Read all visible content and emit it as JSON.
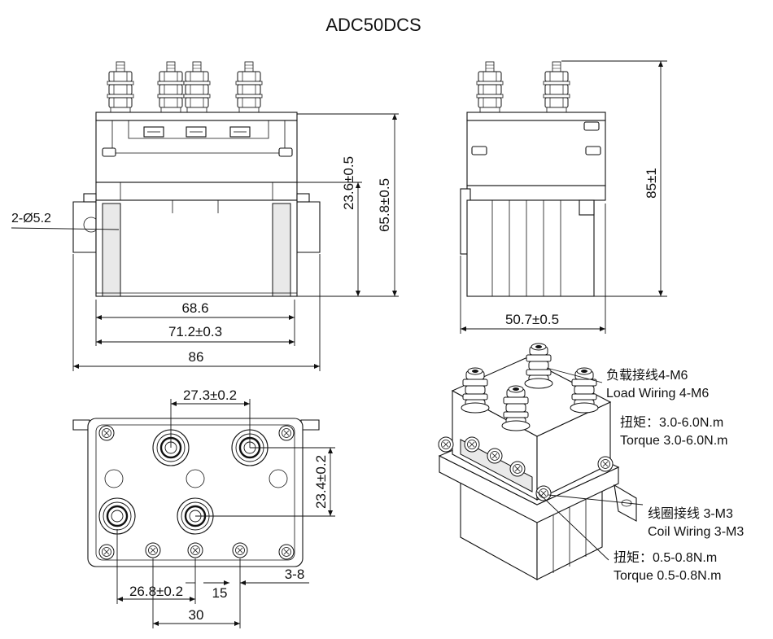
{
  "title": "ADC50DCS",
  "front_view": {
    "hole_callout": "2-Ø5.2",
    "dim_width_body": "68.6",
    "dim_width_flange": "71.2±0.3",
    "dim_width_total": "86",
    "dim_height_upper": "23.6±0.5",
    "dim_height_total": "65.8±0.5"
  },
  "side_view": {
    "dim_depth": "50.7±0.5",
    "dim_height": "85±1"
  },
  "top_view": {
    "dim_terminal_spacing_x": "27.3±0.2",
    "dim_terminal_spacing_y": "23.4±0.2",
    "dim_coil_offset": "26.8±0.2",
    "dim_coil_pitch": "15",
    "dim_coil_span": "30",
    "dim_edge": "3-8"
  },
  "iso_view": {
    "load_wiring_cn": "负载接线4-M6",
    "load_wiring_en": "Load Wiring 4-M6",
    "load_torque_cn": "扭矩：3.0-6.0N.m",
    "load_torque_en": "Torque 3.0-6.0N.m",
    "coil_wiring_cn": "线圈接线 3-M3",
    "coil_wiring_en": "Coil Wiring 3-M3",
    "coil_torque_cn": "扭矩：0.5-0.8N.m",
    "coil_torque_en": "Torque 0.5-0.8N.m"
  }
}
